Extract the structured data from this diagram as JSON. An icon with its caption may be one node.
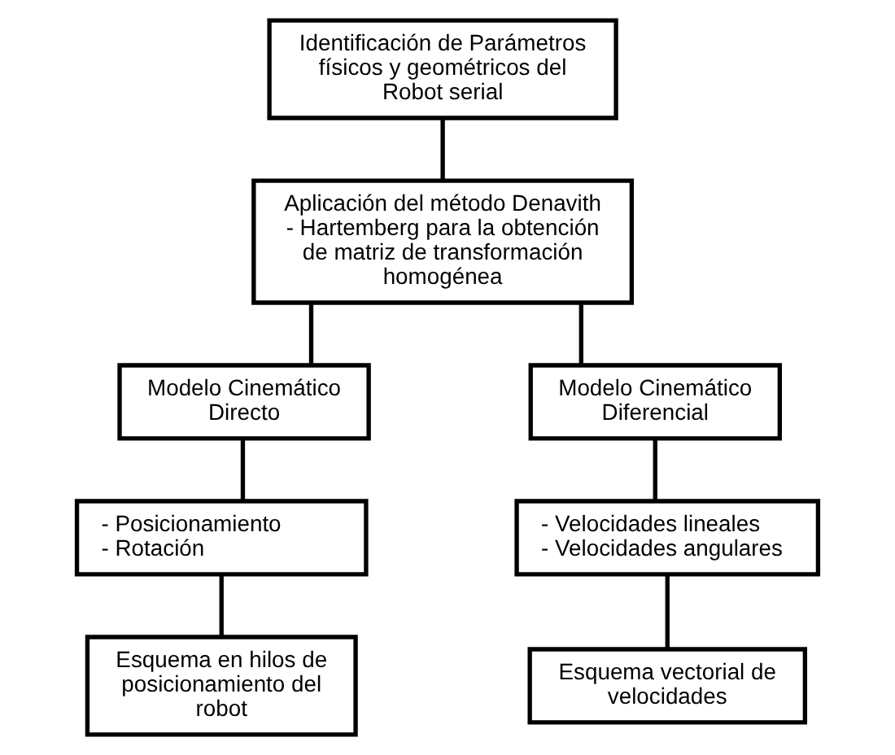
{
  "diagram": {
    "nodes": [
      {
        "text": [
          "Identificación de Parámetros físicos y geométricos del Robot serial"
        ]
      },
      {
        "text": [
          "Aplicación del método Denavith - Hartemberg para la obtención de matriz de transformación homogénea"
        ]
      },
      {
        "text": [
          "Modelo Cinemático Directo"
        ]
      },
      {
        "text": [
          "Modelo Cinemático Diferencial"
        ]
      },
      {
        "text": [
          "- Posicionamiento",
          "- Rotación"
        ]
      },
      {
        "text": [
          "- Velocidades lineales",
          "- Velocidades angulares"
        ]
      },
      {
        "text": [
          "Esquema en hilos de posicionamiento del robot"
        ]
      },
      {
        "text": [
          "Esquema vectorial de velocidades"
        ]
      }
    ],
    "edges": [
      {
        "from": 0,
        "to": 1,
        "arrow": "none"
      },
      {
        "from": 1,
        "to": 2,
        "arrow": "none"
      },
      {
        "from": 1,
        "to": 3,
        "arrow": "none"
      },
      {
        "from": 2,
        "to": 4,
        "arrow": "none"
      },
      {
        "from": 3,
        "to": 5,
        "arrow": "none"
      },
      {
        "from": 4,
        "to": 6,
        "arrow": "none"
      },
      {
        "from": 5,
        "to": 7,
        "arrow": "none"
      }
    ]
  }
}
